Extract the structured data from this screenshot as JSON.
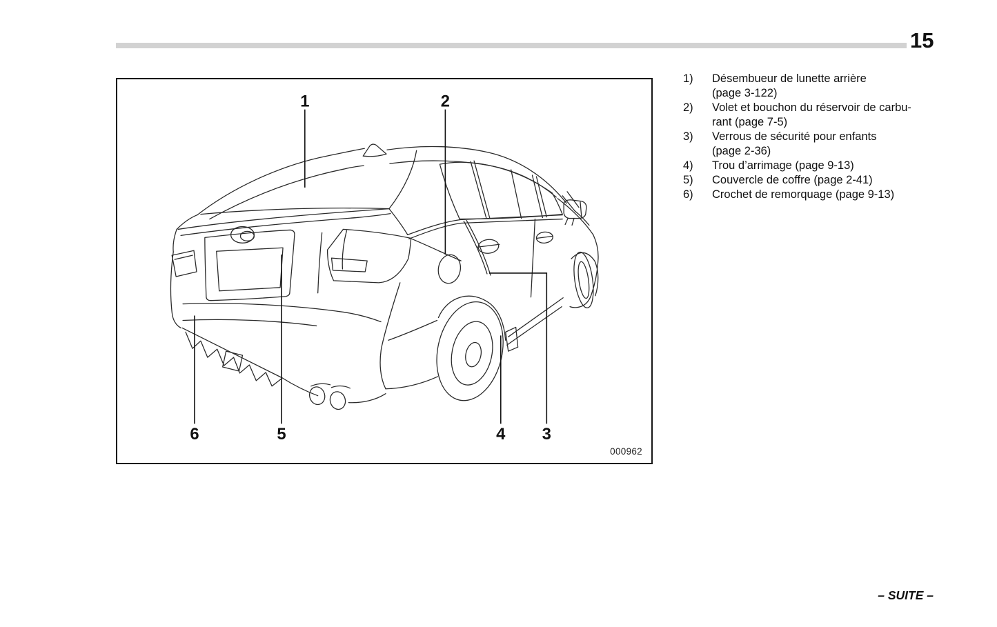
{
  "page": {
    "number": "15",
    "continuation_note": "– SUITE –"
  },
  "figure": {
    "image_id": "000962",
    "callouts": [
      "1",
      "2",
      "3",
      "4",
      "5",
      "6"
    ]
  },
  "legend": {
    "items": [
      {
        "num": "1)",
        "lines": [
          "Désembueur de lunette arrière",
          "(page 3-122)"
        ]
      },
      {
        "num": "2)",
        "lines": [
          "Volet et bouchon du réservoir de carbu-",
          "rant (page 7-5)"
        ]
      },
      {
        "num": "3)",
        "lines": [
          "Verrous de sécurité pour enfants",
          "(page 2-36)"
        ]
      },
      {
        "num": "4)",
        "lines": [
          "Trou d’arrimage (page 9-13)"
        ]
      },
      {
        "num": "5)",
        "lines": [
          "Couvercle de coffre (page 2-41)"
        ]
      },
      {
        "num": "6)",
        "lines": [
          "Crochet de remorquage (page 9-13)"
        ]
      }
    ]
  },
  "colors": {
    "ink": "#1a1a1a",
    "rule_gray": "#d2d2d2",
    "line_art": "#2b2b2b"
  }
}
